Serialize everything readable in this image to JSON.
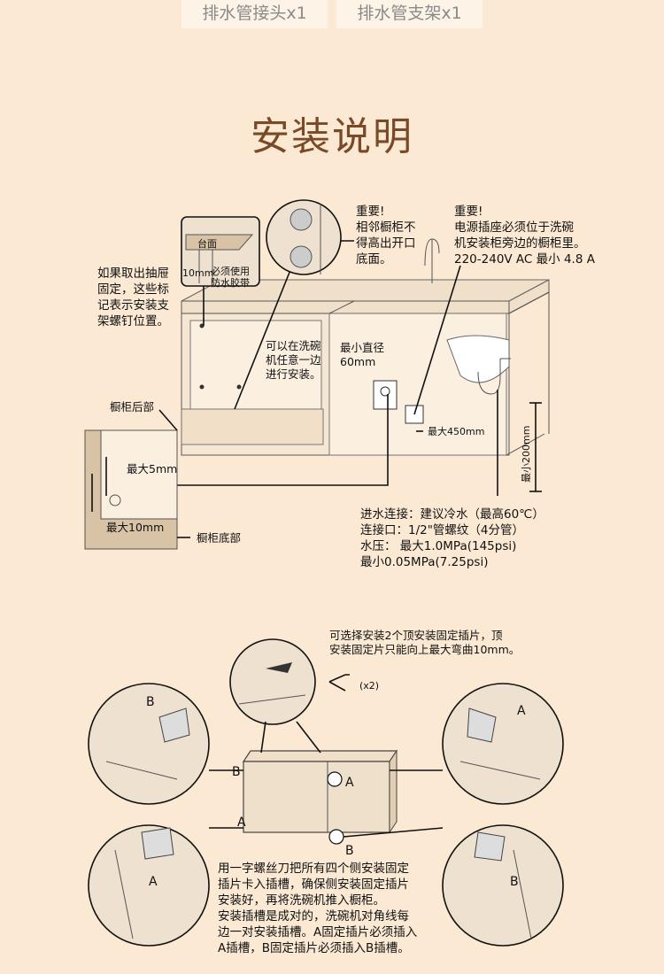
{
  "tags": [
    "排水管接头x1",
    "排水管支架x1"
  ],
  "title": "安装说明",
  "top": {
    "countertop": "台面",
    "tape_size": "10mm",
    "tape_note": "必须使用\n防水胶带",
    "left_note": "如果取出抽屉\n固定，这些标\n记表示安装支\n架螺钉位置。",
    "adjacent_note": "重要!\n相邻橱柜不\n得高出开口\n底面。",
    "power_note": "重要!\n电源插座必须位于洗碗\n机安装柜旁边的橱柜里。\n220-240V AC 最小 4.8 A",
    "side_note": "可以在洗碗\n机任意一边\n进行安装。",
    "hole_note": "最小直径\n60mm",
    "max450": "最大450mm",
    "min200": "最小200mm",
    "back_label": "橱柜后部",
    "max5": "最大5mm",
    "max10": "最大10mm",
    "bottom_label": "橱柜底部",
    "water_note": "进水连接：建议冷水（最高60℃）\n连接口：1/2\"管螺纹（4分管）\n水压：   最大1.0MPa(145psi)\n               最小0.05MPa(7.25psi)"
  },
  "bottom": {
    "top_note": "可选择安装2个顶安装固定插片，顶\n安装固定片只能向上最大弯曲10mm。",
    "x2": "(x2)",
    "label_a": "A",
    "label_b": "B",
    "instructions": "用一字螺丝刀把所有四个侧安装固定\n插片卡入插槽，确保侧安装固定插片\n安装好，再将洗碗机推入橱柜。\n安装插槽是成对的，洗碗机对角线每\n边一对安装插槽。A固定插片必须插入\nA插槽，B固定插片必须插入B插槽。"
  }
}
